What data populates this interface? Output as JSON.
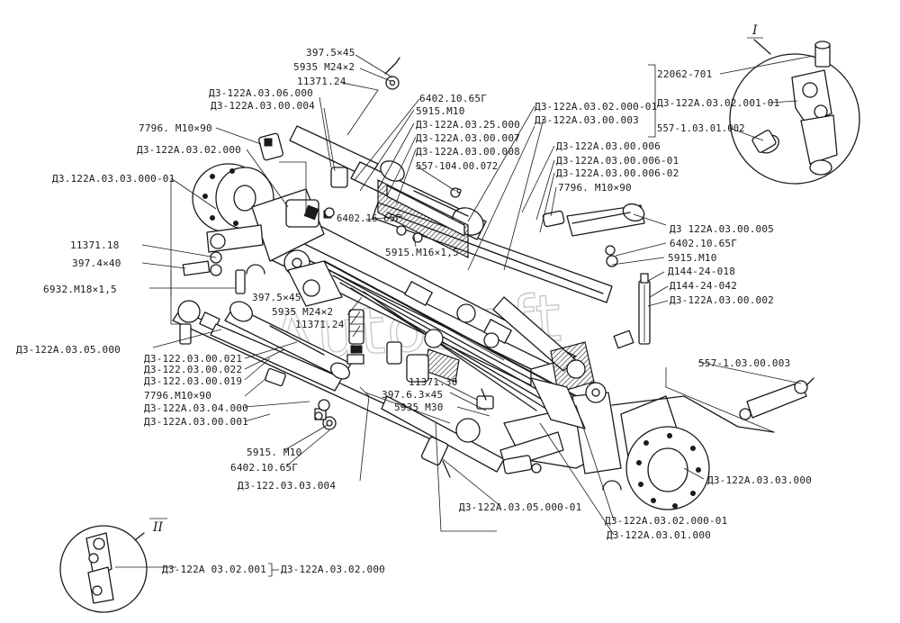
{
  "watermark": "AutoSoft",
  "callouts": {
    "detail_one": "I",
    "detail_two": "II"
  },
  "labels": [
    "397.5×45",
    "5935 М24×2",
    "11371.24",
    "Д3-122А.03.06.000",
    "Д3-122А.03.00.004",
    "6402.10.65Г",
    "5915.М10",
    "Д3-122А.03.25.000",
    "Д3-122А.03.00.007",
    "Д3-122А.03.00.008",
    "557-104.00.072",
    "6402.16.65Г",
    "Д3-122А.03.02.000-01",
    "Д3-122А.03.00.003",
    "7796. М10×90",
    "Д3-122А.03.02.000",
    "Д3.122А.03.03.000-01",
    "Д3-122А.03.00.006",
    "Д3-122А.03.00.006-01",
    "Д3-122А.03.00.006-02",
    "7796. М10×90",
    "Д3 122А.03.00.005",
    "6402.10.65Г",
    "5915.М10",
    "Д144-24-018",
    "Д144-24-042",
    "Д3-122А.03.00.002",
    "11371.18",
    "397.4×40",
    "6932.М18×1,5",
    "5915.М16×1,5",
    "397.5×45",
    "5935 М24×2",
    "11371.24",
    "Д3-122А.03.05.000",
    "Д3-122.03.00.021",
    "Д3-122.03.00.022",
    "Д3-122.03.00.019",
    "7796.М10×90",
    "Д3-122А.03.04.000",
    "Д3-122А.03.00.001",
    "11371.30",
    "397.6.3×45",
    "5935 М30",
    "557-1.03.00.003",
    "5915. М10",
    "6402.10.65Г",
    "Д3-122.03.03.004",
    "Д3-122А.03.03.000",
    "Д3-122А.03.05.000-01",
    "Д3-122А.03.02.000-01",
    "Д3-122А.03.01.000",
    "22062-701",
    "Д3-122А.03.02.001-01",
    "557-1.03.01.002",
    "Д3-122А 03.02.001",
    "Д3-122А.03.02.000"
  ]
}
